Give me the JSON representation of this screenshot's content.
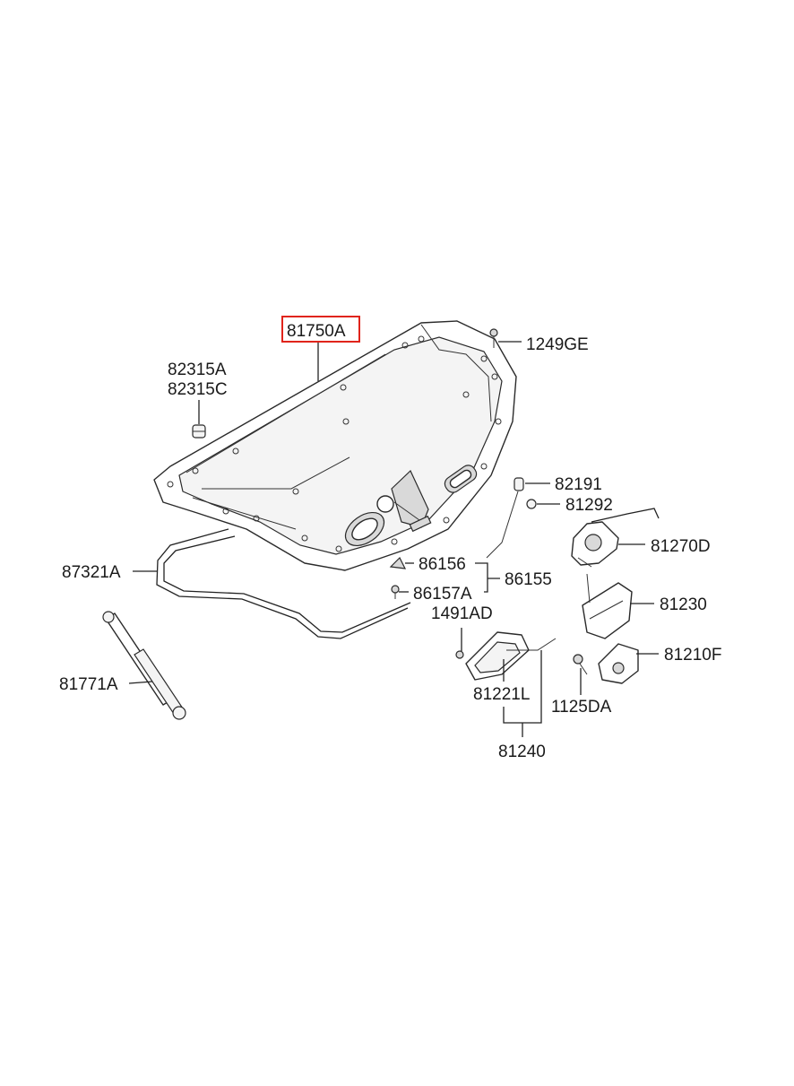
{
  "highlight_color": "#e0241b",
  "parts": {
    "p81750A": "81750A",
    "p82315A": "82315A",
    "p82315C": "82315C",
    "p1249GE": "1249GE",
    "p82191": "82191",
    "p81292": "81292",
    "p81270D": "81270D",
    "p87321A": "87321A",
    "p86156": "86156",
    "p86155": "86155",
    "p86157A": "86157A",
    "p81230": "81230",
    "p1491AD": "1491AD",
    "p81210F": "81210F",
    "p81771A": "81771A",
    "p81221L": "81221L",
    "p1125DA": "1125DA",
    "p81240": "81240"
  }
}
